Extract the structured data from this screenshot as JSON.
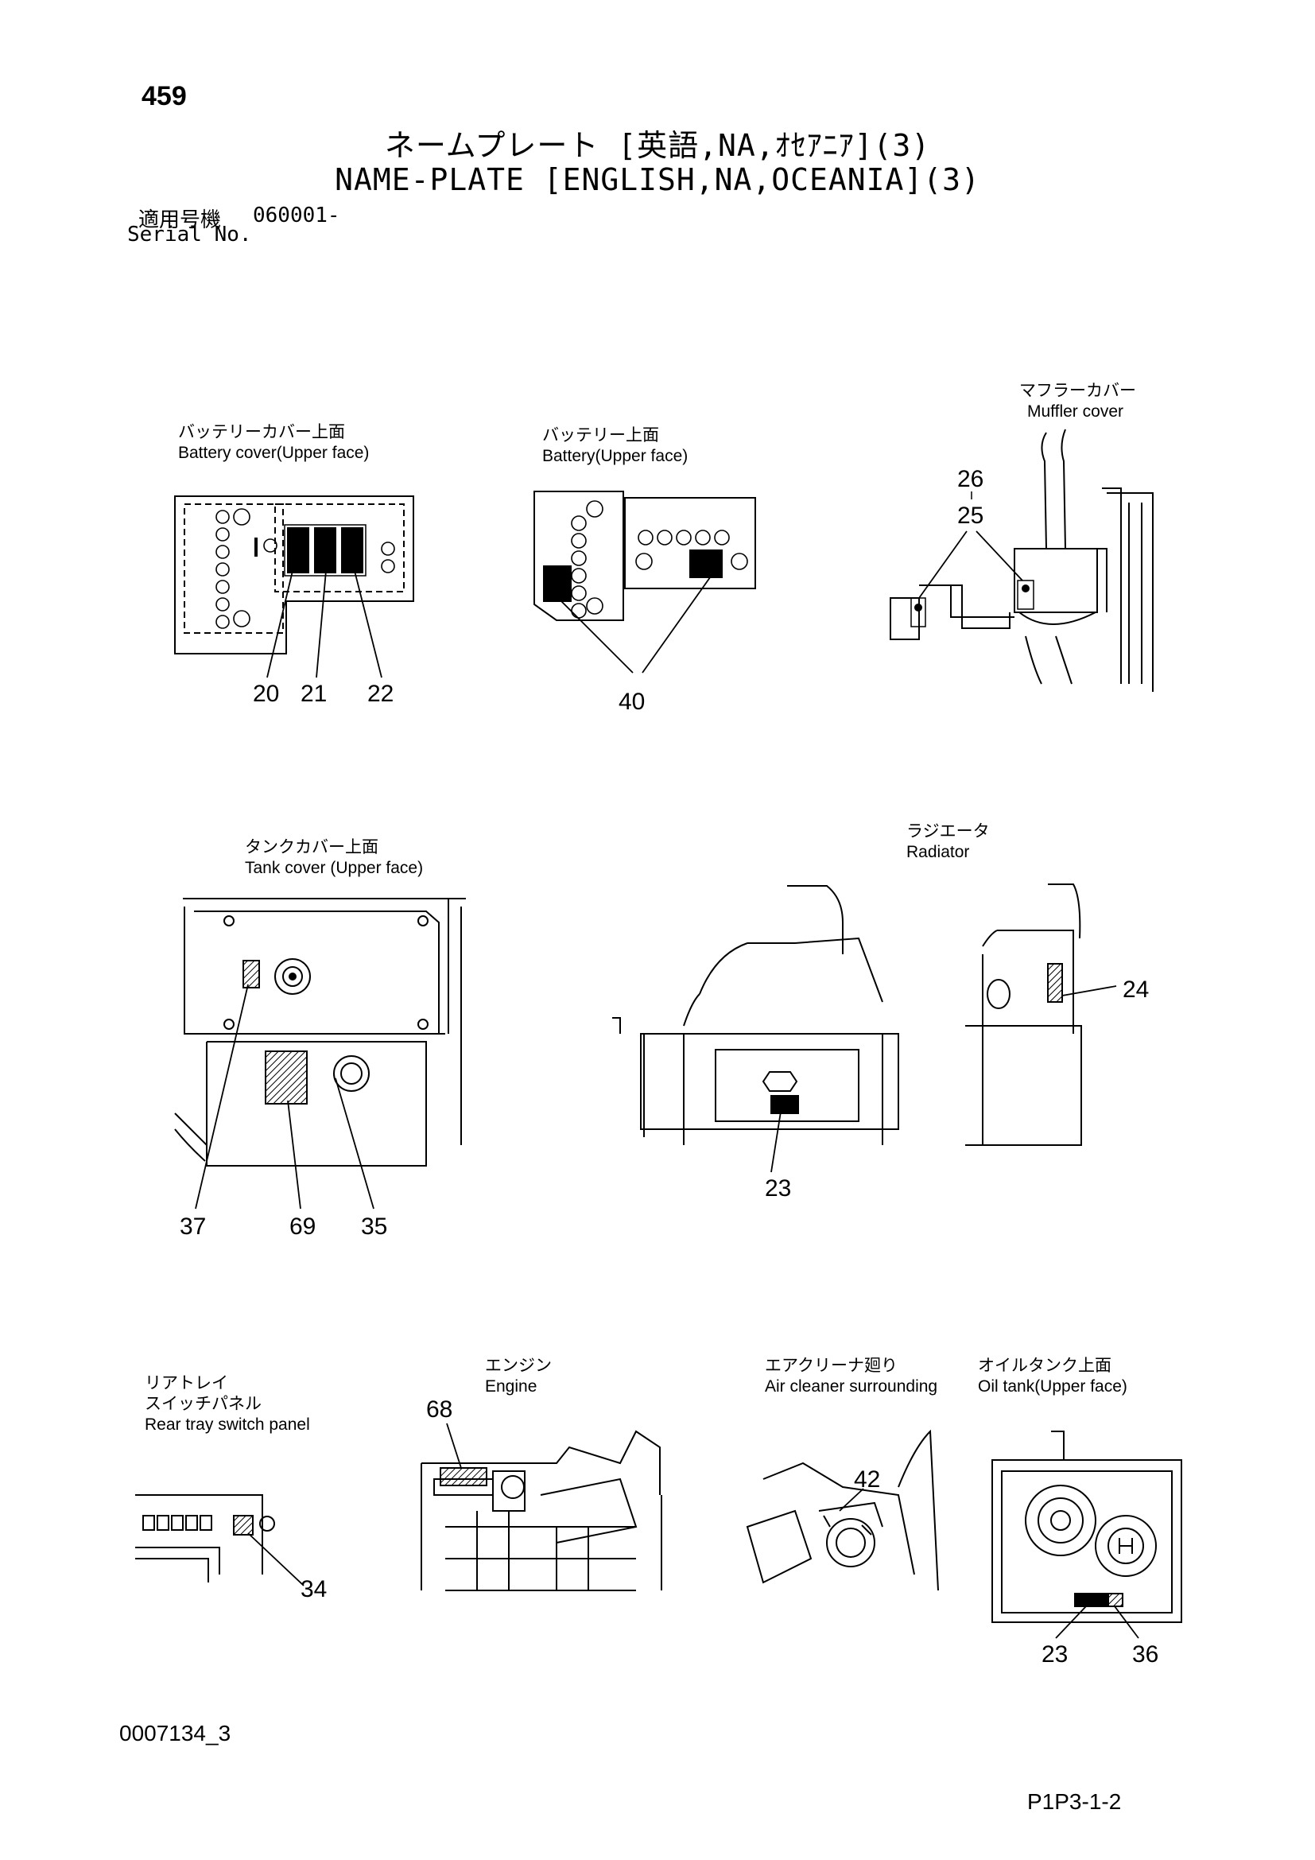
{
  "page_number": "459",
  "title_jp": "ネームプレート [英語,NA,ｵｾｱﾆｱ](3)",
  "title_en": "NAME-PLATE [ENGLISH,NA,OCEANIA](3)",
  "serial": {
    "label_jp": "適用号機",
    "value": "060001-",
    "label_en": "Serial No."
  },
  "views": {
    "battery_cover": {
      "jp": "バッテリーカバー上面",
      "en": "Battery cover(Upper face)"
    },
    "battery": {
      "jp": "バッテリー上面",
      "en": "Battery(Upper face)"
    },
    "muffler": {
      "jp": "マフラーカバー",
      "en": "Muffler cover"
    },
    "tank_cover": {
      "jp": "タンクカバー上面",
      "en": "Tank cover (Upper face)"
    },
    "radiator": {
      "jp": "ラジエータ",
      "en": "Radiator"
    },
    "rear_tray": {
      "jp1": "リアトレイ",
      "jp2": "スイッチパネル",
      "en": "Rear tray switch panel"
    },
    "engine": {
      "jp": "エンジン",
      "en": "Engine"
    },
    "air_cleaner": {
      "jp": "エアクリーナ廻り",
      "en": "Air cleaner surrounding"
    },
    "oil_tank": {
      "jp": "オイルタンク上面",
      "en": "Oil tank(Upper face)"
    }
  },
  "callouts": {
    "c20": "20",
    "c21": "21",
    "c22": "22",
    "c40": "40",
    "c26": "26",
    "c25": "25",
    "c37": "37",
    "c69": "69",
    "c35": "35",
    "c23a": "23",
    "c24": "24",
    "c34": "34",
    "c68": "68",
    "c42": "42",
    "c23b": "23",
    "c36": "36"
  },
  "footer": {
    "doc_id": "0007134_3",
    "page_code": "P1P3-1-2"
  }
}
